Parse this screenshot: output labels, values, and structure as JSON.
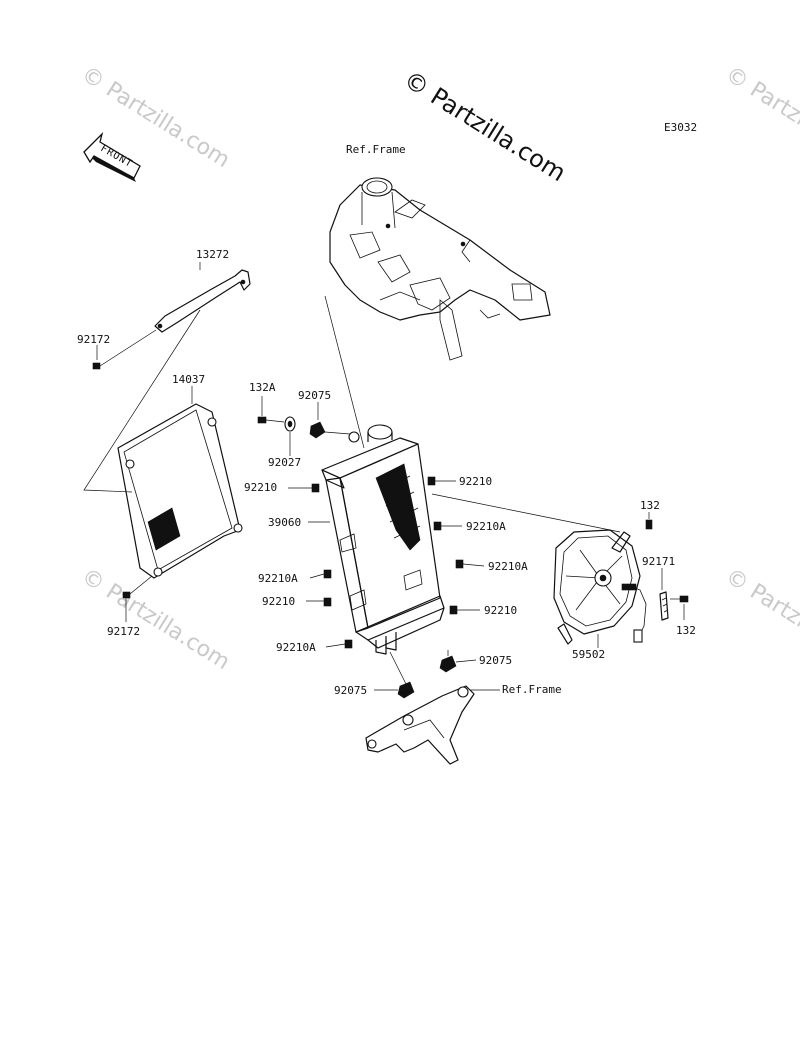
{
  "diagram_code": "E3032",
  "watermark": {
    "main": "© Partzilla.com",
    "faint": "© Partzilla.com"
  },
  "front_marker": "FRONT",
  "labels": {
    "ref_frame_top": "Ref.Frame",
    "ref_frame_bottom": "Ref.Frame",
    "p13272": "13272",
    "p92172_top": "92172",
    "p14037": "14037",
    "p92172_bottom": "92172",
    "p132A": "132A",
    "p92075_top": "92075",
    "p92027": "92027",
    "p92210_a": "92210",
    "p39060": "39060",
    "p92210A_left1": "92210A",
    "p92210_b": "92210",
    "p92210A_left2": "92210A",
    "p92075_left": "92075",
    "p92210_right1": "92210",
    "p92210A_right1": "92210A",
    "p92210A_right2": "92210A",
    "p92210_right2": "92210",
    "p92075_right": "92075",
    "p132_top": "132",
    "p92171": "92171",
    "p132_bottom": "132",
    "p59502": "59502"
  }
}
